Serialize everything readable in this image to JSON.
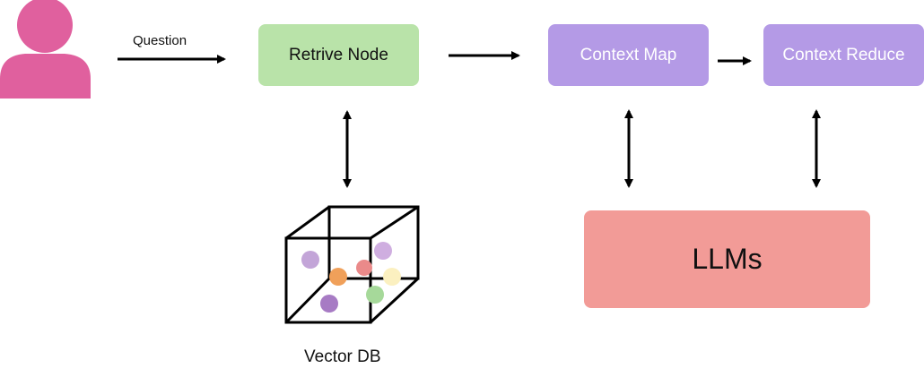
{
  "nodes": {
    "retrieve": {
      "label": "Retrive Node"
    },
    "context_map": {
      "label": "Context Map"
    },
    "context_reduce": {
      "label": "Context Reduce"
    },
    "llms": {
      "label": "LLMs"
    }
  },
  "edges": {
    "question": {
      "label": "Question"
    }
  },
  "vector_db": {
    "label": "Vector DB"
  },
  "colors": {
    "user": "#e0609e",
    "retrieve_fill": "#b9e3a9",
    "context_fill": "#b49ae6",
    "llms_fill": "#f29b97",
    "arrow": "#000000",
    "dots": [
      "#c3a5d8",
      "#cfaee0",
      "#ea8a8a",
      "#f0a05a",
      "#fbf0c0",
      "#a6d99a",
      "#a77bc4"
    ]
  },
  "icons": {
    "user": "user-icon",
    "database": "vector-database-cube-icon"
  }
}
